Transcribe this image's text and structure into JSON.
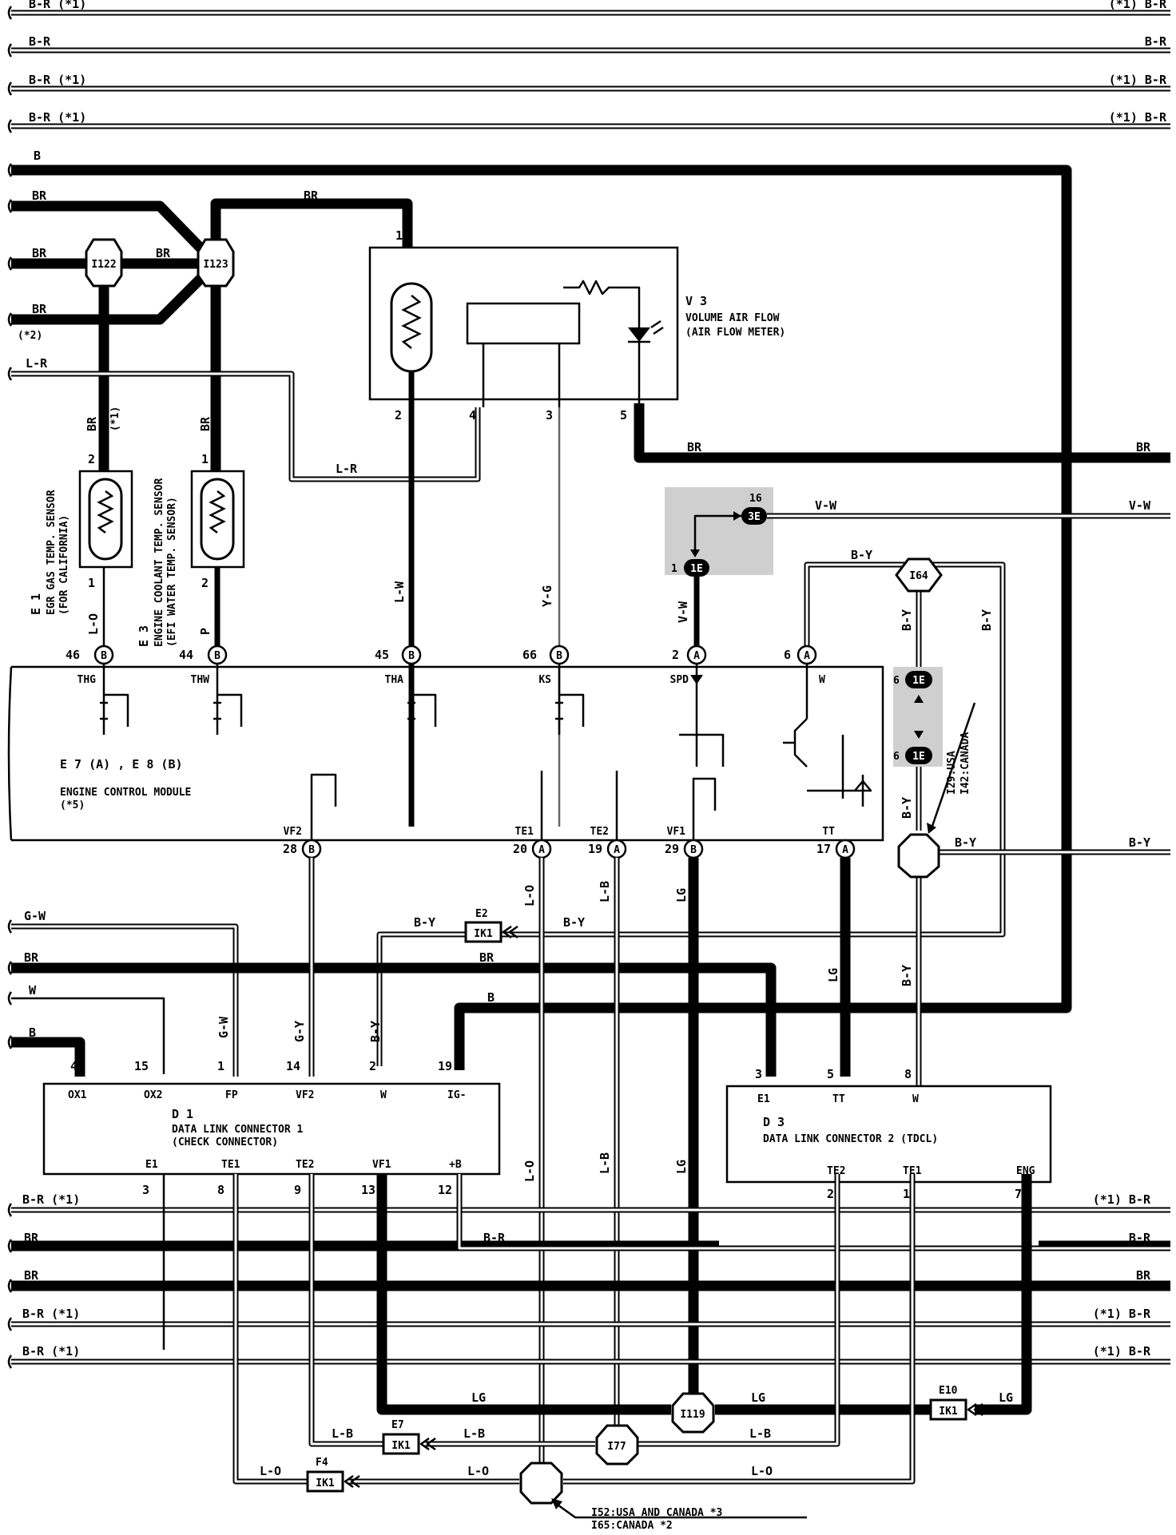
{
  "bus_top": [
    {
      "left": "B-R (*1)",
      "right": "(*1) B-R"
    },
    {
      "left": "B-R",
      "right": "B-R"
    },
    {
      "left": "B-R (*1)",
      "right": "(*1) B-R"
    },
    {
      "left": "B-R (*1)",
      "right": "(*1) B-R"
    },
    {
      "left": "B",
      "right": ""
    }
  ],
  "bus_bottom": [
    {
      "left": "B-R (*1)",
      "right": "(*1) B-R"
    },
    {
      "left": "BR",
      "right": "B-R"
    },
    {
      "left": "BR",
      "right": "BR"
    },
    {
      "left": "B-R (*1)",
      "right": "(*1) B-R"
    },
    {
      "left": "B-R (*1)",
      "right": "(*1) B-R"
    }
  ],
  "wire_labels": {
    "br_top": "BR",
    "br_a": "BR",
    "br_b": "BR",
    "br_c": "BR",
    "note_2": "(*2)",
    "lr_left": "L-R",
    "br_v3_top": "BR",
    "br_v3_out": "BR",
    "br_v3_out_r": "BR",
    "lr_mid": "L-R",
    "vw_right": "V-W",
    "vw_mid": "V-W",
    "vw_down": "V-W",
    "by_i64": "B-Y",
    "by_r": "B-Y",
    "by_d1": "B-Y",
    "by_d2": "B-Y",
    "by_e2l": "B-Y",
    "by_e2r": "B-Y",
    "by_right": "B-Y",
    "br_sens_e1": "BR",
    "note_e1": "(*1)",
    "br_sens_e3": "BR",
    "lo_e1": "L-O",
    "p_e3": "P",
    "lw": "L-W",
    "yg": "Y-G",
    "lo_te1": "L-O",
    "lb_te2": "L-B",
    "lg_vf1": "LG",
    "lg_tt": "LG",
    "gw": "G-W",
    "gw_d": "G-W",
    "br_mid": "BR",
    "br_mid2": "BR",
    "w": "W",
    "b_low": "B",
    "b_mid": "B",
    "gy_d": "G-Y",
    "lo_low": "L-O",
    "lb_low": "L-B",
    "lg_low": "LG",
    "lg_bot_l": "LG",
    "lg_bot_r": "LG",
    "lg_e10": "LG",
    "lb_bot_l": "L-B",
    "lb_bot_m": "L-B",
    "lb_bot_r": "L-B",
    "lo_bot_l": "L-O",
    "lo_bot_m": "L-O",
    "lo_bot_r": "L-O",
    "br_d1": "B-R"
  },
  "junctions": {
    "i122": "I122",
    "i123": "I123",
    "i64": "I64",
    "i119": "I119",
    "i77": "I77",
    "note_i29": "I29:USA",
    "note_i42": "I42:CANADA",
    "note_i52": "I52:USA AND CANADA *3",
    "note_i65": "I65:CANADA *2"
  },
  "connectors": {
    "ik1": "IK1",
    "e2": "E2",
    "e7": "E7",
    "f4": "F4",
    "e10": "E10",
    "c3e": "3E",
    "c1e": "1E",
    "n16": "16",
    "n1": "1",
    "n6a": "6",
    "n6b": "6"
  },
  "v3": {
    "id": "V 3",
    "name": "VOLUME AIR FLOW",
    "sub": "(AIR FLOW METER)",
    "pin1": "1",
    "pin2": "2",
    "pin4": "4",
    "pin3": "3",
    "pin5": "5"
  },
  "sensor_e1": {
    "id": "E 1",
    "name": "EGR GAS TEMP. SENSOR",
    "sub": "(FOR CALIFORNIA)",
    "pin_top": "2",
    "pin_bot": "1"
  },
  "sensor_e3": {
    "id": "E 3",
    "name": "ENGINE COOLANT TEMP. SENSOR",
    "sub": "(EFI WATER TEMP. SENSOR)",
    "pin_top": "1",
    "pin_bot": "2"
  },
  "ecm": {
    "title": "E 7 (A) , E 8 (B)",
    "name": "ENGINE CONTROL MODULE",
    "note": "(*5)",
    "top_pins": [
      {
        "num": "46",
        "conn": "B",
        "sig": "THG"
      },
      {
        "num": "44",
        "conn": "B",
        "sig": "THW"
      },
      {
        "num": "45",
        "conn": "B",
        "sig": "THA"
      },
      {
        "num": "66",
        "conn": "B",
        "sig": "KS"
      },
      {
        "num": "2",
        "conn": "A",
        "sig": "SPD"
      },
      {
        "num": "6",
        "conn": "A",
        "sig": "W"
      }
    ],
    "bottom_pins": [
      {
        "num": "28",
        "conn": "B",
        "sig": "VF2"
      },
      {
        "num": "20",
        "conn": "A",
        "sig": "TE1"
      },
      {
        "num": "19",
        "conn": "A",
        "sig": "TE2"
      },
      {
        "num": "29",
        "conn": "B",
        "sig": "VF1"
      },
      {
        "num": "17",
        "conn": "A",
        "sig": "TT"
      }
    ]
  },
  "d1": {
    "id": "D 1",
    "name": "DATA LINK CONNECTOR 1",
    "sub": "(CHECK CONNECTOR)",
    "top": [
      {
        "n": "4",
        "s": "OX1"
      },
      {
        "n": "15",
        "s": "OX2"
      },
      {
        "n": "1",
        "s": "FP"
      },
      {
        "n": "14",
        "s": "VF2"
      },
      {
        "n": "2",
        "s": "W"
      },
      {
        "n": "19",
        "s": "IG-"
      }
    ],
    "bottom": [
      {
        "n": "3",
        "s": "E1"
      },
      {
        "n": "8",
        "s": "TE1"
      },
      {
        "n": "9",
        "s": "TE2"
      },
      {
        "n": "13",
        "s": "VF1"
      },
      {
        "n": "12",
        "s": "+B"
      }
    ]
  },
  "d3": {
    "id": "D 3",
    "name": "DATA LINK CONNECTOR 2 (TDCL)",
    "top": [
      {
        "n": "3",
        "s": "E1"
      },
      {
        "n": "5",
        "s": "TT"
      },
      {
        "n": "8",
        "s": "W"
      }
    ],
    "bottom": [
      {
        "n": "2",
        "s": "TE2"
      },
      {
        "n": "1",
        "s": "TE1"
      },
      {
        "n": "7",
        "s": "ENG"
      }
    ]
  }
}
